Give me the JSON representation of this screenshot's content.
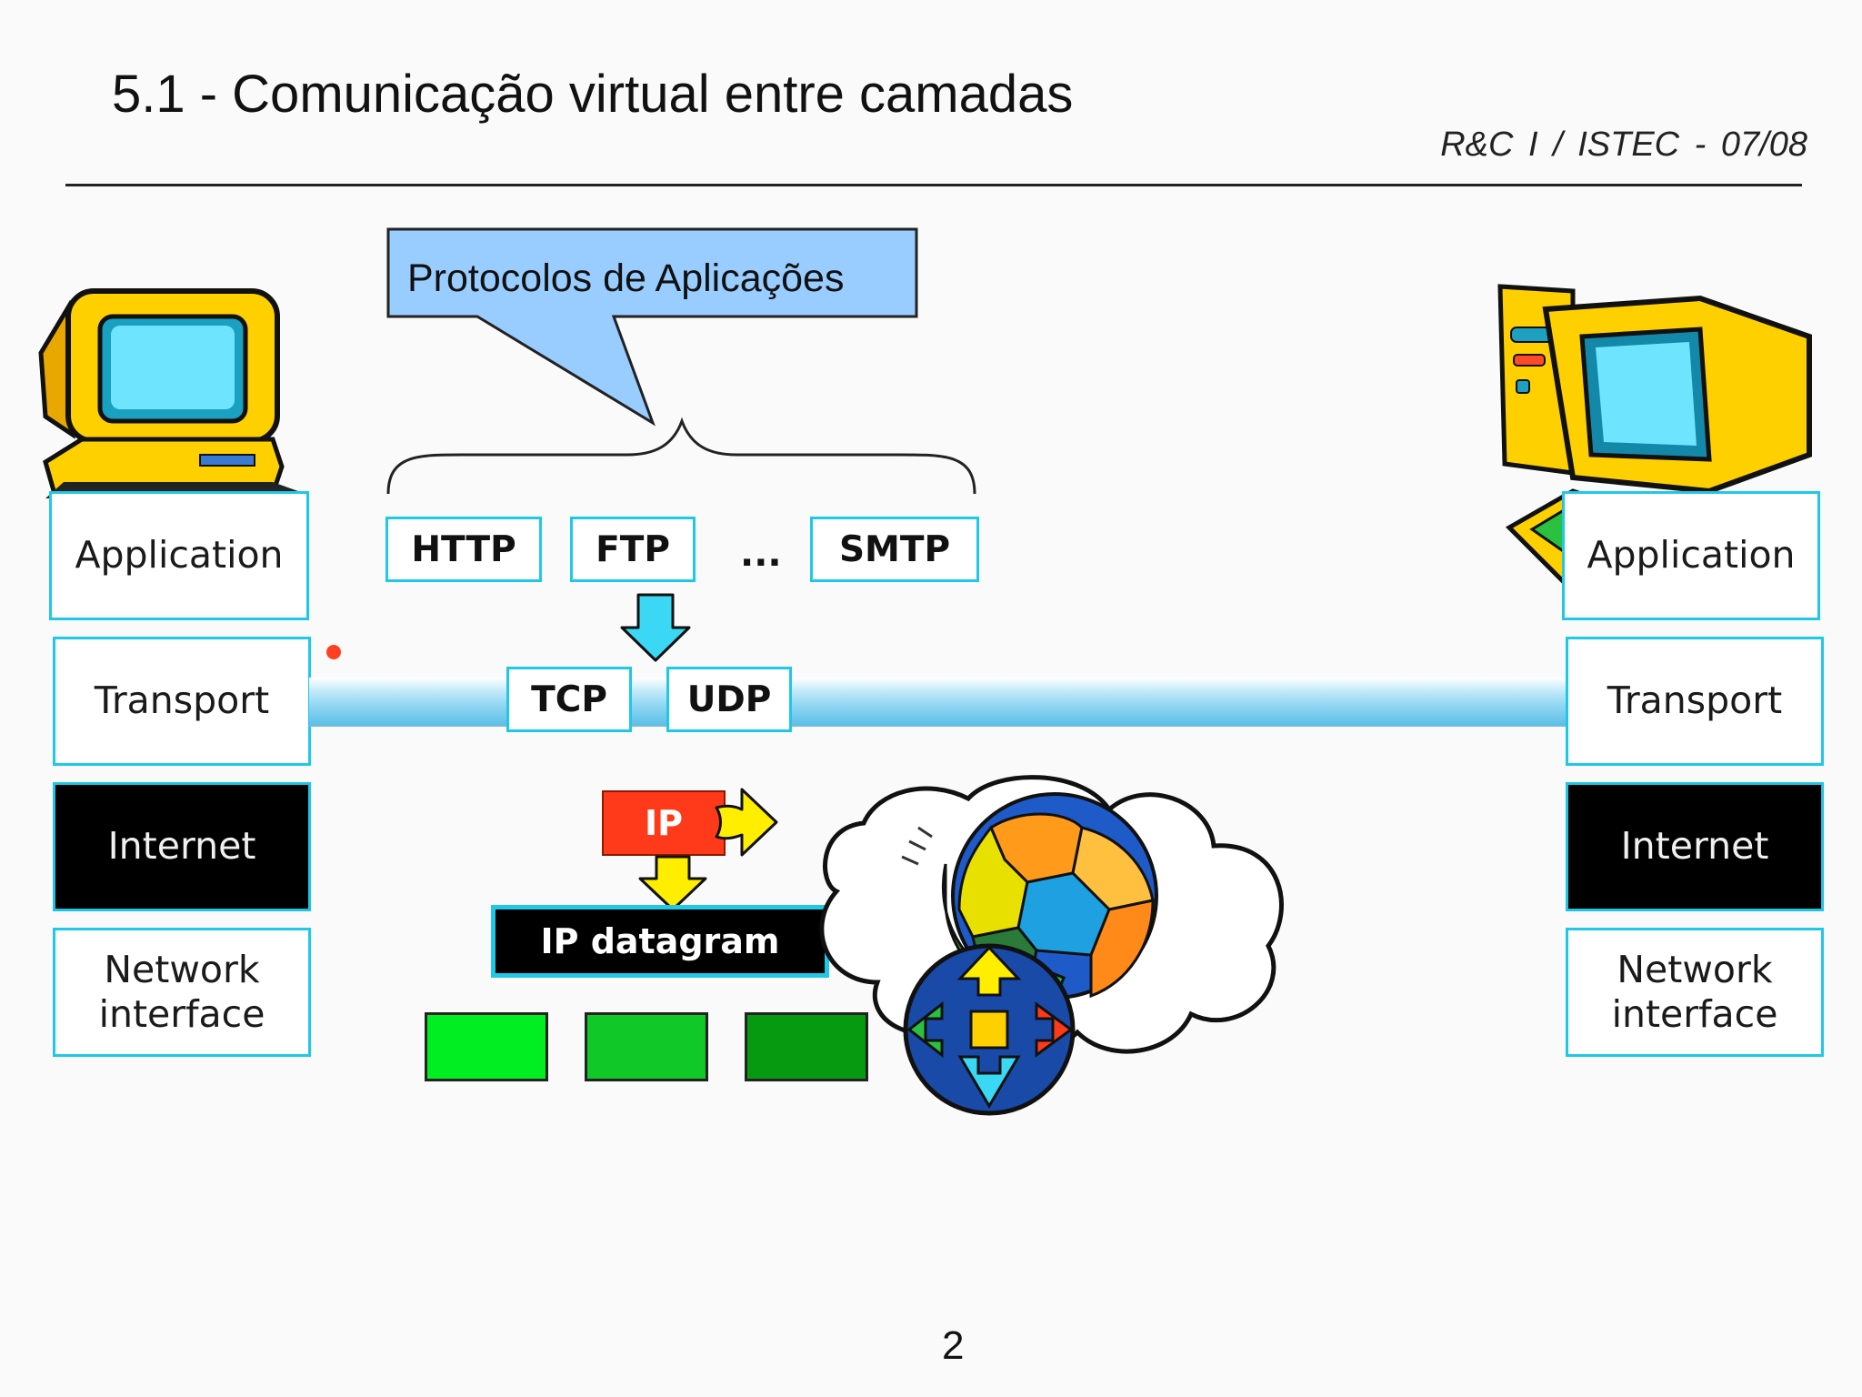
{
  "slide": {
    "title": "5.1 - Comunicação virtual entre camadas",
    "course": "R&C I  /  ISTEC  -  07/08",
    "page_number": "2"
  },
  "callout": {
    "text": "Protocolos de Aplicações"
  },
  "left_stack": {
    "application": "Application",
    "transport": "Transport",
    "internet": "Internet",
    "network_line1": "Network",
    "network_line2": "interface"
  },
  "right_stack": {
    "application": "Application",
    "transport": "Transport",
    "internet": "Internet",
    "network_line1": "Network",
    "network_line2": "interface"
  },
  "app_protocols": {
    "http": "HTTP",
    "ftp": "FTP",
    "ellipsis": "...",
    "smtp": "SMTP"
  },
  "transport_protocols": {
    "tcp": "TCP",
    "udp": "UDP"
  },
  "network": {
    "ip": "IP",
    "datagram": "IP datagram"
  },
  "colors": {
    "accent_border": "#20c8e8",
    "callout_fill": "#99ccff",
    "ip_fill": "#ff3a1a",
    "frame_fills": [
      "#00ee22",
      "#10c828",
      "#069a10"
    ]
  },
  "icons": [
    "computer-icon-left",
    "computer-icon-right",
    "down-arrow-icon",
    "yellow-arrow-icon",
    "cloud-icon",
    "globe-icon",
    "router-icon"
  ]
}
